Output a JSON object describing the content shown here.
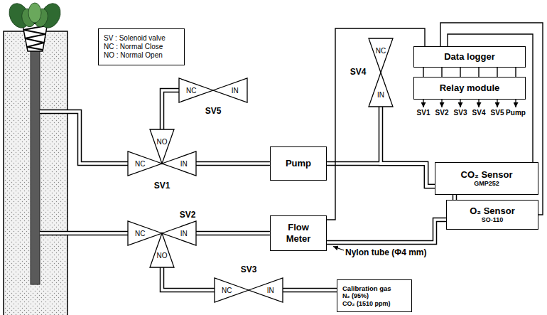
{
  "diagram": {
    "nodes": [
      {
        "text": [
          "SV : Solenoid valve",
          "NC : Normal Close",
          "NO : Normal Open"
        ]
      },
      {
        "text": [
          "NC",
          "SV4",
          "IN"
        ]
      },
      {
        "text": [
          "Data logger"
        ]
      },
      {
        "text": [
          "Relay module"
        ]
      },
      {
        "text": [
          "NC",
          "IN",
          "SV5"
        ]
      },
      {
        "text": [
          "NO",
          "NC",
          "IN",
          "SV1"
        ]
      },
      {
        "text": [
          "Pump"
        ]
      },
      {
        "text": [
          "CO₂ Sensor",
          "GMP252"
        ]
      },
      {
        "text": [
          "O₂ Sensor",
          "SO-110"
        ]
      },
      {
        "text": [
          "SV2",
          "NC",
          "IN",
          "NO"
        ]
      },
      {
        "text": [
          "Flow Meter"
        ]
      },
      {
        "text": [
          "SV3",
          "NC",
          "IN"
        ]
      },
      {
        "text": [
          "Calibration gas",
          "N₂ (95%)",
          "CO₂ (1510 ppm)"
        ]
      }
    ],
    "edges": [
      {
        "from": 5,
        "to": 4,
        "arrow": "none"
      },
      {
        "from": 5,
        "to": 6,
        "arrow": "none"
      },
      {
        "from": 6,
        "to": 7,
        "arrow": "none"
      },
      {
        "from": 1,
        "to": 7,
        "arrow": "none"
      },
      {
        "from": 7,
        "to": 8,
        "arrow": "none"
      },
      {
        "from": 9,
        "to": 10,
        "arrow": "none"
      },
      {
        "from": 10,
        "to": 8,
        "arrow": "none"
      },
      {
        "from": 9,
        "to": 11,
        "arrow": "none"
      },
      {
        "from": 11,
        "to": 12,
        "arrow": "none"
      },
      {
        "from": 2,
        "to": 3,
        "arrow": "none"
      },
      {
        "from": 10,
        "to": 2,
        "arrow": "none"
      },
      {
        "from": 7,
        "to": 2,
        "arrow": "none"
      },
      {
        "from": 8,
        "to": 2,
        "arrow": "none"
      }
    ],
    "labels": [
      "SV1",
      "SV2",
      "SV3",
      "SV4",
      "SV5",
      "Pump",
      "Nylon tube (Φ4 mm)"
    ]
  }
}
